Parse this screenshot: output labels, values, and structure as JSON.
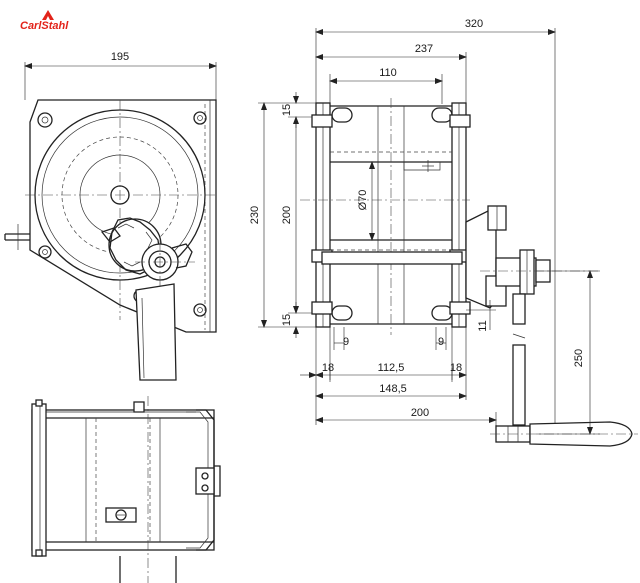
{
  "brand": {
    "logo_text": "CarlStahl",
    "accent": "#e2231a"
  },
  "dimensions": {
    "d195": "195",
    "d320": "320",
    "d237": "237",
    "d110": "110",
    "d15_top": "15",
    "d230": "230",
    "d200_v": "200",
    "d70": "Ø70",
    "d15_bottom": "15",
    "d9_left": "9",
    "d9_right": "9",
    "d11": "11",
    "d18_left": "18",
    "d112_5": "112,5",
    "d18_right": "18",
    "d148_5": "148,5",
    "d200_h": "200",
    "d250": "250"
  }
}
